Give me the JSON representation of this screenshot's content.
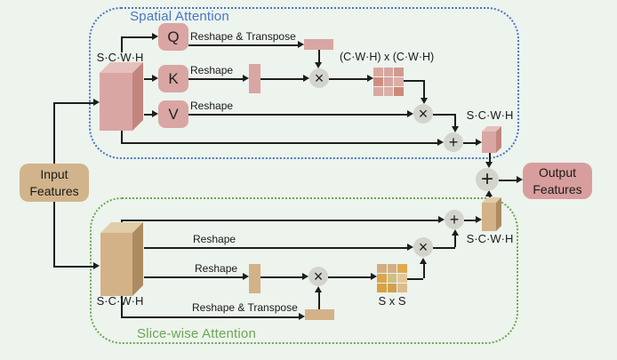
{
  "colors": {
    "background": "#edf3ed",
    "line": "#1d1d1d",
    "spatial_accent": "#4478c8",
    "slice_accent": "#6aa84f",
    "pink_front": "#d9a6a3",
    "pink_top": "#e6c0bc",
    "pink_side": "#c2867f",
    "tan_front": "#d3b287",
    "tan_top": "#e0cda8",
    "tan_side": "#ad8b60",
    "input_box_fill": "#d2b48c",
    "output_box_fill": "#d89e9d",
    "operator_fill": "#d3d5cd"
  },
  "operators": {
    "multiply": "×",
    "add": "+"
  },
  "input_box": {
    "line1": "Input",
    "line2": "Features"
  },
  "output_box": {
    "line1": "Output",
    "line2": "Features"
  },
  "spatial": {
    "title": "Spatial Attention",
    "tensor_label": "S·C·W·H",
    "q": "Q",
    "k": "K",
    "v": "V",
    "q_op": "Reshape & Transpose",
    "k_op": "Reshape",
    "v_op": "Reshape",
    "matrix_label": "(C·W·H) x (C·W·H)",
    "output_label": "S·C·W·H",
    "matrix_cells": [
      "#d9a7a0",
      "#d8a5a0",
      "#d19a8e",
      "#cd8e80",
      "#d7a49e",
      "#dcaea8",
      "#d9a8a2",
      "#dcafa9",
      "#cc8a7a"
    ]
  },
  "slice": {
    "title": "Slice-wise Attention",
    "tensor_label": "S·C·W·H",
    "row1_op": "Reshape",
    "row2_op": "Reshape",
    "row3_op": "Reshape & Transpose",
    "matrix_label": "S x S",
    "output_label": "S·C·W·H",
    "matrix_cells": [
      "#d2ad82",
      "#d3ae83",
      "#e1a94f",
      "#d8a64e",
      "#ccc083",
      "#e5c698",
      "#d6a243",
      "#d0a14c",
      "#ddbc8b"
    ]
  }
}
